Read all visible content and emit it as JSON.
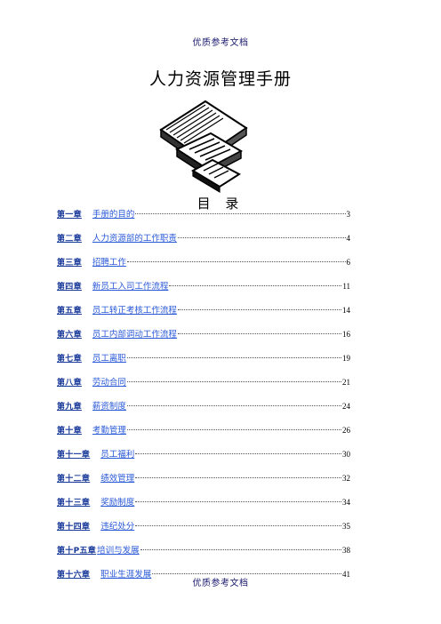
{
  "header": {
    "text": "优质参考文档"
  },
  "title": "人力资源管理手册",
  "toc": {
    "heading": "目 录",
    "entries": [
      {
        "chapter": "第一章",
        "title": "手册的目的",
        "page": "3"
      },
      {
        "chapter": "第二章",
        "title": "人力资源部的工作职责",
        "page": "4"
      },
      {
        "chapter": "第三章",
        "title": "招聘工作",
        "page": "6"
      },
      {
        "chapter": "第四章",
        "title": "新员工入司工作流程",
        "page": "11"
      },
      {
        "chapter": "第五章",
        "title": "员工转正考核工作流程",
        "page": "14"
      },
      {
        "chapter": "第六章",
        "title": "员工内部调动工作流程",
        "page": "16"
      },
      {
        "chapter": "第七章",
        "title": "员工离职",
        "page": "19"
      },
      {
        "chapter": "第八章",
        "title": "劳动合同",
        "page": "21"
      },
      {
        "chapter": "第九章",
        "title": "薪资制度",
        "page": "24"
      },
      {
        "chapter": "第十章",
        "title": "考勤管理",
        "page": "26"
      },
      {
        "chapter": "第十一章",
        "title": "员工福利",
        "page": "30"
      },
      {
        "chapter": "第十二章",
        "title": "绩效管理",
        "page": "32"
      },
      {
        "chapter": "第十三章",
        "title": "奖励制度",
        "page": "34"
      },
      {
        "chapter": "第十四章",
        "title": "违纪处分",
        "page": "35"
      },
      {
        "chapter": "第十P五章",
        "title": "培训与发展",
        "page": "38"
      },
      {
        "chapter": "第十六章",
        "title": "职业生涯发展",
        "page": "41"
      }
    ]
  },
  "footer": {
    "text": "优质参考文档"
  }
}
